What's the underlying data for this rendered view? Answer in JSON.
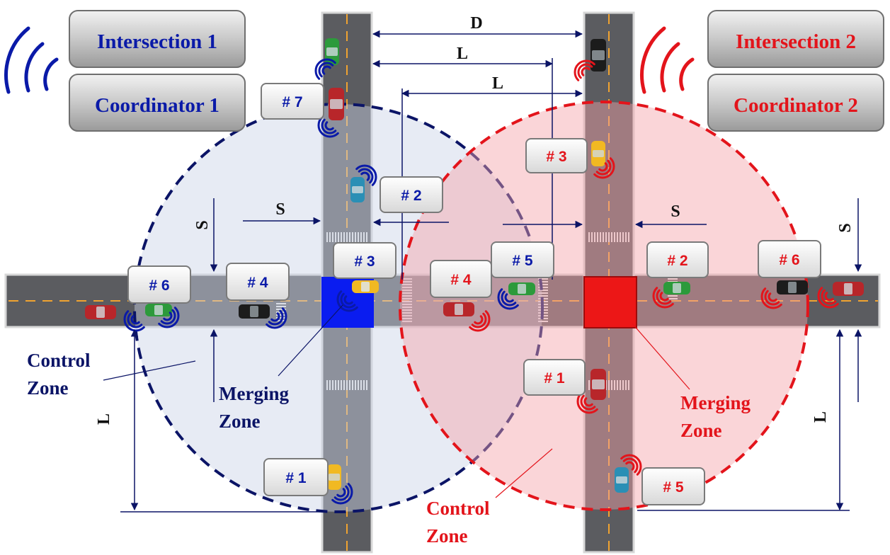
{
  "colors": {
    "blue": "#0a1aa8",
    "red": "#e3141b",
    "navy": "#0b1466",
    "road": "#5b5c60",
    "road_edge": "#d7d7d7",
    "lane_mark": "#f0a330",
    "blue_zone_fill": "#c9d3e6",
    "red_zone_fill": "#f4a2a8"
  },
  "intersection1": {
    "title": "Intersection 1",
    "coordinator": "Coordinator 1"
  },
  "intersection2": {
    "title": "Intersection 2",
    "coordinator": "Coordinator 2"
  },
  "dimensions": {
    "D": "D",
    "L": "L",
    "S": "S"
  },
  "zone_labels": {
    "control_line1": "Control",
    "control_line2": "Zone",
    "merging_line1": "Merging",
    "merging_line2": "Zone"
  },
  "vehicle_tags": {
    "blue": [
      "# 1",
      "# 2",
      "# 3",
      "# 4",
      "# 5",
      "# 6",
      "# 7"
    ],
    "red": [
      "# 1",
      "# 2",
      "# 3",
      "# 4",
      "# 5",
      "# 6"
    ]
  }
}
